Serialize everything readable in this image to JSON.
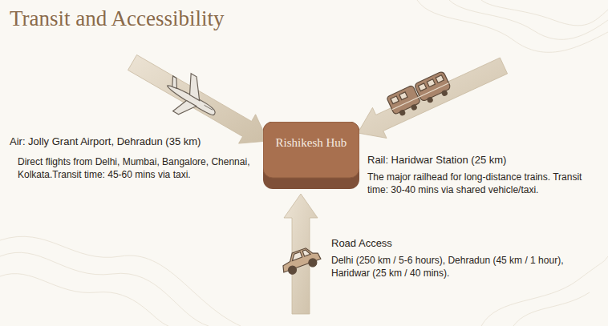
{
  "diagram": {
    "title": "Transit and Accessibility",
    "nodes": [
      {
        "text": [
          "Rishikesh Hub"
        ]
      }
    ],
    "labels": [
      "Air: Jolly Grant Airport, Dehradun (35 km)",
      "Direct flights from Delhi, Mumbai, Bangalore, Chennai, Kolkata.Transit time: 45-60 mins via taxi.",
      "Rail: Haridwar Station (25 km)",
      "The major railhead for long-distance trains. Transit time: 30-40 mins via shared vehicle/taxi.",
      "Road Access",
      "Delhi (250 km / 5-6 hours), Dehradun (45 km / 1 hour), Haridwar (25 km / 40 mins)."
    ]
  }
}
